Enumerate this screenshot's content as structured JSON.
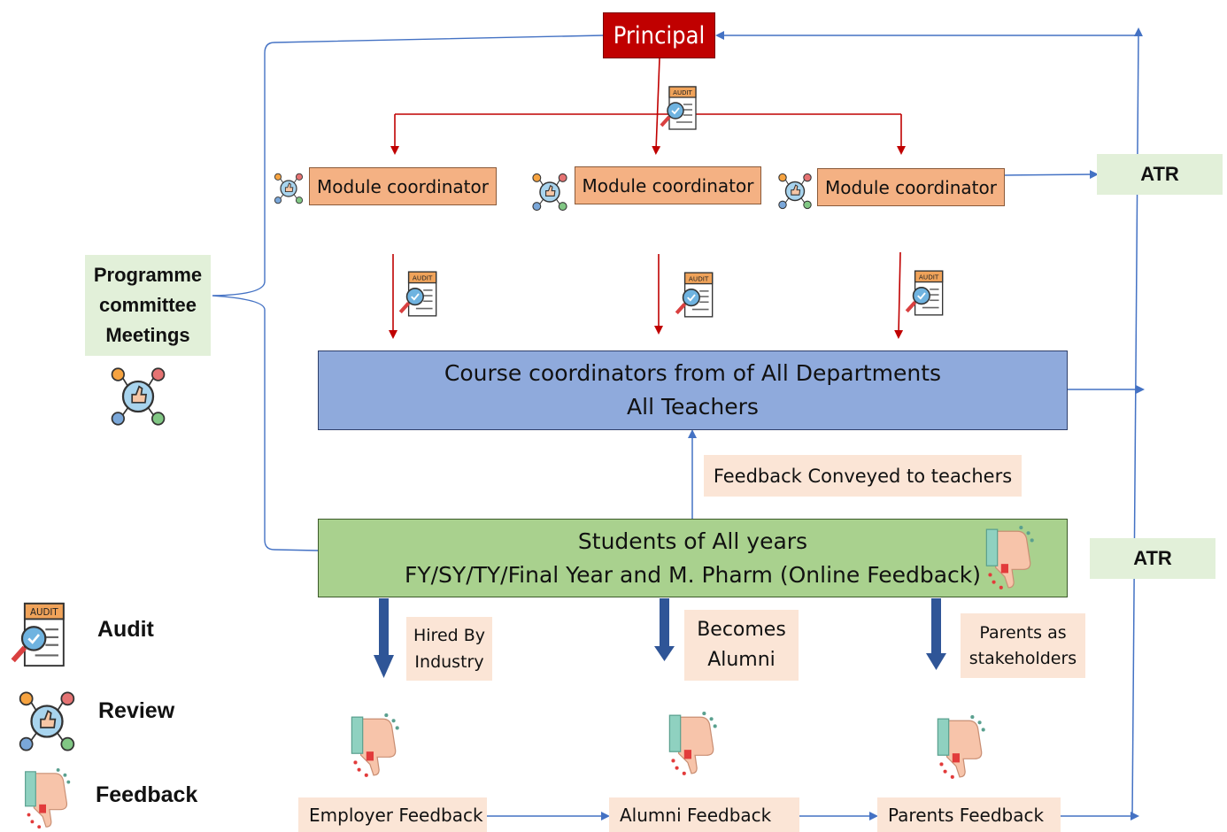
{
  "principal": "Principal",
  "module_coordinators": [
    "Module coordinator",
    "Module coordinator",
    "Module coordinator"
  ],
  "atr_labels": [
    "ATR",
    "ATR"
  ],
  "programme_committee": [
    "Programme",
    "committee",
    "Meetings"
  ],
  "course_box": [
    "Course coordinators from of All Departments",
    "All Teachers"
  ],
  "feedback_conveyed": "Feedback Conveyed to teachers",
  "students_box": [
    "Students of All years",
    "FY/SY/TY/Final Year and M. Pharm (Online Feedback)"
  ],
  "outcomes": {
    "hired": [
      "Hired By",
      "Industry"
    ],
    "alumni": [
      "Becomes",
      "Alumni"
    ],
    "parents": [
      "Parents as",
      "stakeholders"
    ]
  },
  "feedbacks": [
    "Employer Feedback",
    "Alumni Feedback",
    "Parents Feedback"
  ],
  "legend": {
    "audit": "Audit",
    "review": "Review",
    "feedback": "Feedback"
  },
  "icon_text": "AUDIT",
  "colors": {
    "principal": "#c00000",
    "module": "#f4b183",
    "course": "#8faadc",
    "students": "#a9d18e",
    "label_green": "#e2f0d9",
    "peach": "#fbe5d6",
    "red_line": "#c00000",
    "blue_line": "#4472c4",
    "thick_arrow": "#2f5597"
  }
}
